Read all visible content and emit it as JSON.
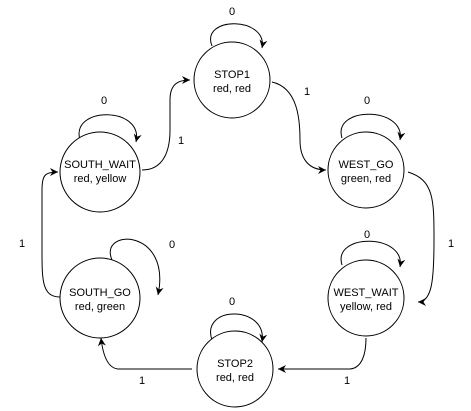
{
  "states": {
    "stop1": {
      "name": "STOP1",
      "output": "red, red"
    },
    "west_go": {
      "name": "WEST_GO",
      "output": "green, red"
    },
    "west_wait": {
      "name": "WEST_WAIT",
      "output": "yellow, red"
    },
    "stop2": {
      "name": "STOP2",
      "output": "red, red"
    },
    "south_go": {
      "name": "SOUTH_GO",
      "output": "red, green"
    },
    "south_wait": {
      "name": "SOUTH_WAIT",
      "output": "red, yellow"
    }
  },
  "transitions": {
    "stop1_self": "0",
    "stop1_to_west_go": "1",
    "west_go_self": "0",
    "west_go_to_west_wait": "1",
    "west_wait_self": "0",
    "west_wait_to_stop2": "1",
    "stop2_self": "0",
    "stop2_to_south_go": "1",
    "south_go_self": "0",
    "south_go_to_south_wait": "1",
    "south_wait_self": "0",
    "south_wait_to_stop1": "1"
  }
}
